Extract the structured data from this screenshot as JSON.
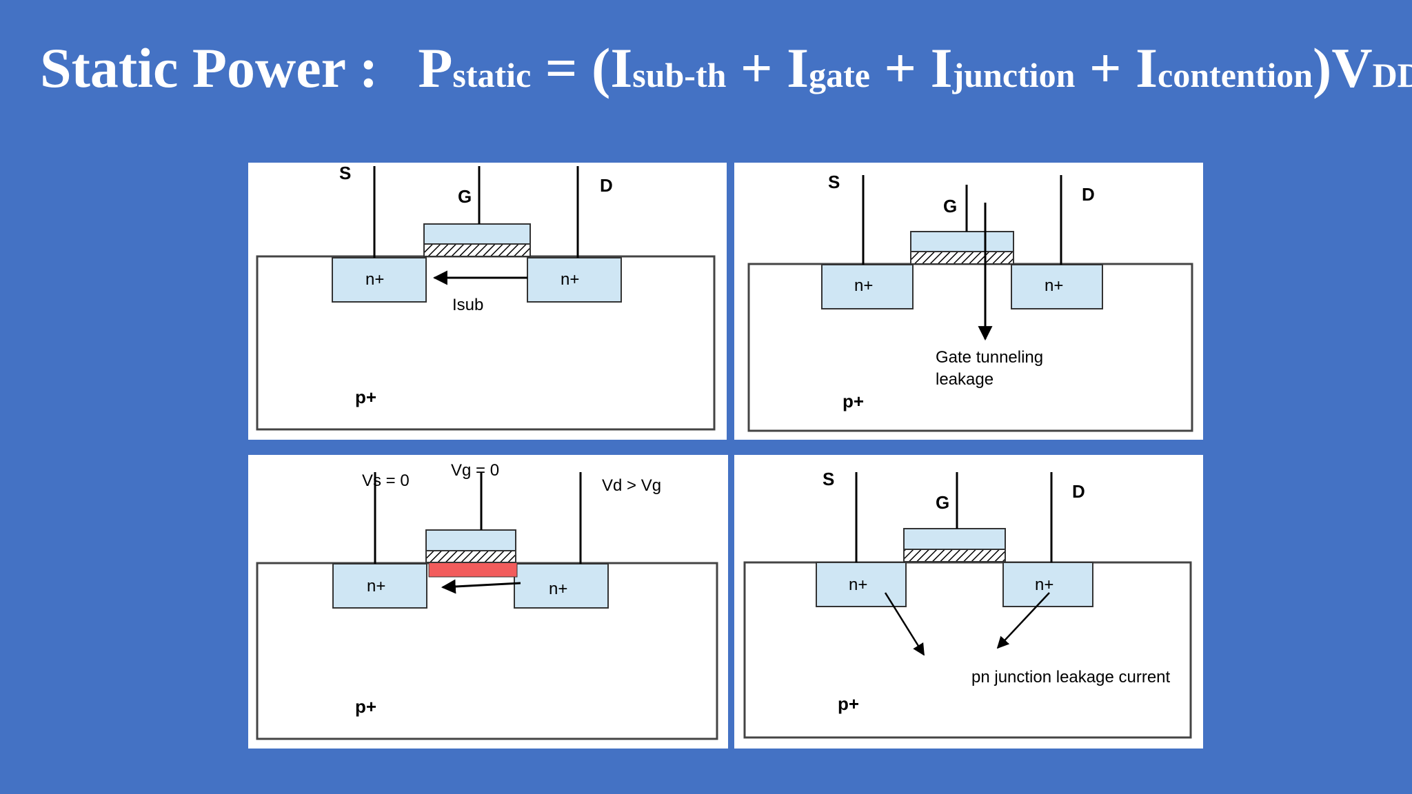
{
  "title": {
    "label": "Static Power :",
    "P": "P",
    "P_sub": "static",
    "eq": " = (",
    "I1": "I",
    "I1_sub": "sub-th",
    "plus1": " + ",
    "I2": "I",
    "I2_sub": "gate",
    "plus2": " + ",
    "I3": "I",
    "I3_sub": "junction",
    "plus3": " + ",
    "I4": "I",
    "I4_sub": "contention",
    "close": ")V",
    "V_sub": "DD"
  },
  "panels": {
    "subthreshold": {
      "source": "S",
      "gate": "G",
      "drain": "D",
      "n_left": "n+",
      "n_right": "n+",
      "current_label": "Isub",
      "substrate": "p+"
    },
    "gate_tunneling": {
      "source": "S",
      "gate": "G",
      "drain": "D",
      "n_left": "n+",
      "n_right": "n+",
      "label_line1": "Gate tunneling",
      "label_line2": "leakage",
      "substrate": "p+"
    },
    "contention": {
      "vs_label": "Vs = 0",
      "vg_label": "Vg = 0",
      "vd_label": "Vd > Vg",
      "n_left": "n+",
      "n_right": "n+",
      "substrate": "p+"
    },
    "junction": {
      "source": "S",
      "gate": "G",
      "drain": "D",
      "n_left": "n+",
      "n_right": "n+",
      "label": "pn junction leakage current",
      "substrate": "p+"
    }
  },
  "colors": {
    "background": "#4472c4",
    "diffusion": "#cfe6f4",
    "channel": "#f25c5c",
    "panel": "#ffffff"
  }
}
